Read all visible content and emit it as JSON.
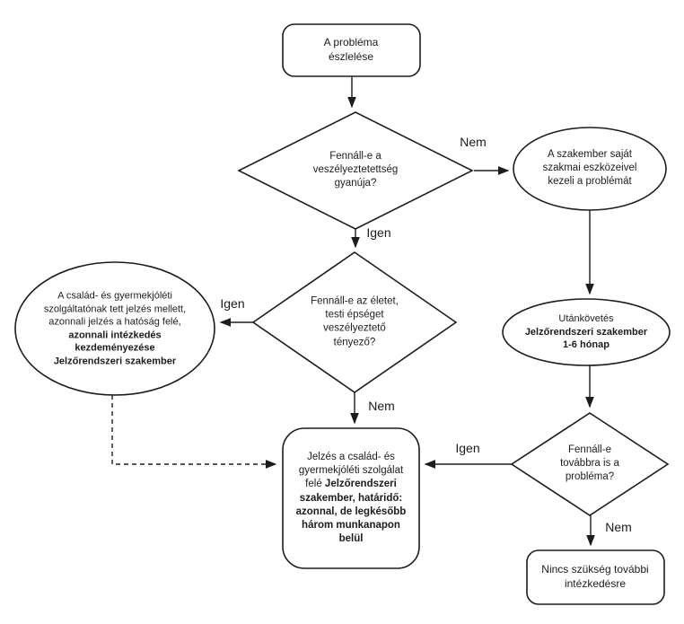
{
  "diagram": {
    "type": "flowchart",
    "language": "hu",
    "colors": {
      "stroke": "#1c1c1c",
      "background": "#ffffff"
    },
    "nodes": {
      "start": {
        "shape": "rounded-rectangle",
        "text": "A probléma észlelése"
      },
      "decision1": {
        "shape": "diamond",
        "text": "Fennáll-e a veszélyeztetettség gyanúja?"
      },
      "specialist": {
        "shape": "ellipse",
        "text": "A szakember saját szakmai eszközeivel kezeli a problémát"
      },
      "decision2": {
        "shape": "diamond",
        "text": "Fennáll-e az életet, testi épséget veszélyeztető tényező?"
      },
      "immediate": {
        "shape": "ellipse",
        "text": "A család- és gyermekjóléti szolgáltatónak tett jelzés mellett, azonnali jelzés a hatóság felé,",
        "bold_text": "azonnali intézkedés kezdeményezése Jelzőrendszeri szakember"
      },
      "signal": {
        "shape": "rounded-rectangle",
        "text": "Jelzés a család- és gyermekjóléti szolgálat felé",
        "bold_text": "Jelzőrendszeri szakember, határidő: azonnal, de legkésőbb három munkanapon belül"
      },
      "followup": {
        "shape": "ellipse",
        "text": "Utánkövetés",
        "bold_line1": "Jelzőrendszeri szakember",
        "bold_line2": "1-6 hónap"
      },
      "decision3": {
        "shape": "diamond",
        "text": "Fennáll-e továbbra is a probléma?"
      },
      "end": {
        "shape": "rounded-rectangle",
        "text": "Nincs szükség további intézkedésre"
      }
    },
    "edge_labels": {
      "decision1_no": "Nem",
      "decision1_yes": "Igen",
      "decision2_yes": "Igen",
      "decision2_no": "Nem",
      "decision3_yes": "Igen",
      "decision3_no": "Nem"
    }
  }
}
